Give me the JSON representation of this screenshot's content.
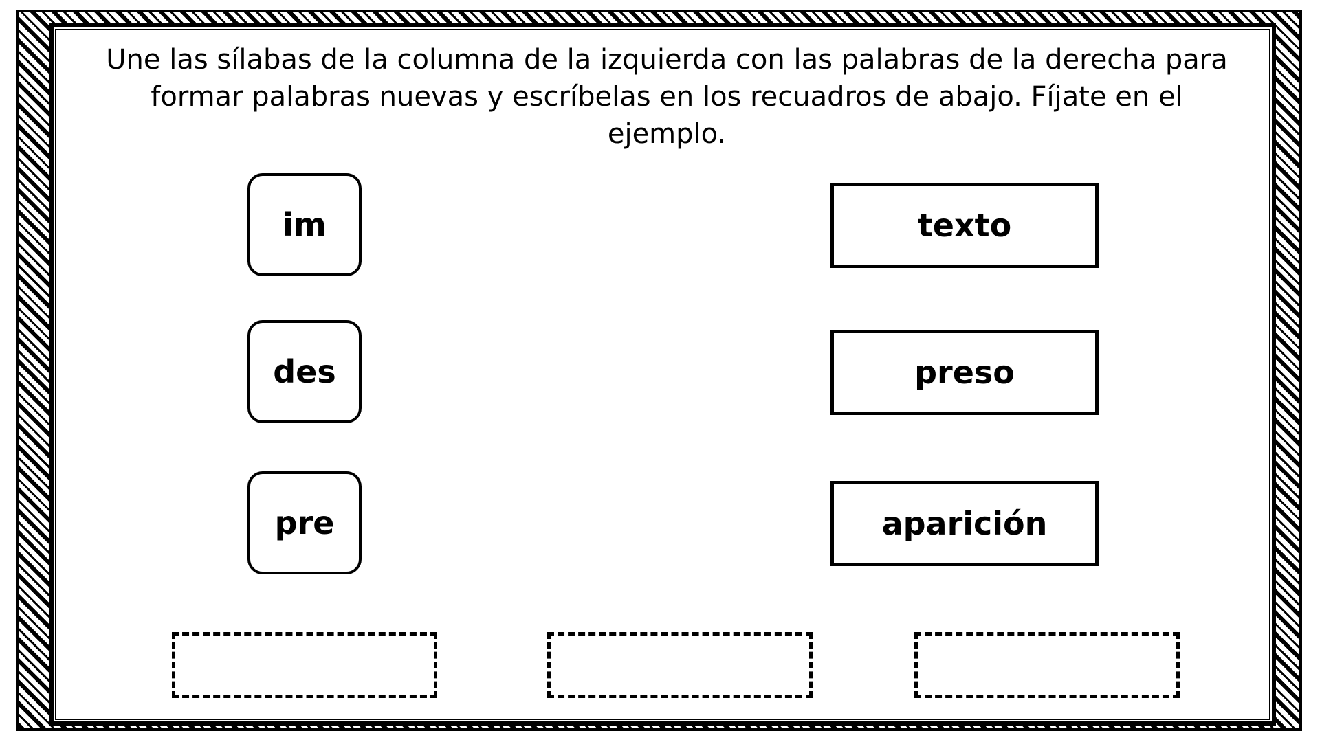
{
  "instructions": {
    "text": "Une las sílabas de la columna de la izquierda con las palabras de la derecha para formar palabras nuevas y escríbelas en los recuadros de abajo. Fíjate en el ejemplo."
  },
  "syllables": [
    {
      "label": "im"
    },
    {
      "label": "des"
    },
    {
      "label": "pre"
    }
  ],
  "words": [
    {
      "label": "texto"
    },
    {
      "label": "preso"
    },
    {
      "label": "aparición"
    }
  ],
  "answers": [
    {
      "value": ""
    },
    {
      "value": ""
    },
    {
      "value": ""
    }
  ]
}
